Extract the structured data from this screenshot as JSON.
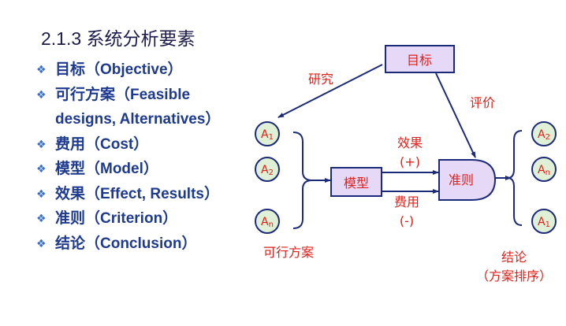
{
  "title": "2.1.3 系统分析要素",
  "bullet_icon": "diamond-bullet-icon",
  "items": [
    {
      "label": "目标（Objective）"
    },
    {
      "label": "可行方案（Feasible",
      "label2": "designs, Alternatives）"
    },
    {
      "label": "费用（Cost）"
    },
    {
      "label": "模型（Model）"
    },
    {
      "label": "效果（Effect, Results）"
    },
    {
      "label": "准则（Criterion）"
    },
    {
      "label": "结论（Conclusion）"
    }
  ],
  "diagram": {
    "goal": "目标",
    "research": "研究",
    "evaluate": "评价",
    "model": "模型",
    "criterion": "准则",
    "effect": "效果",
    "effect_sign": "(+)",
    "cost": "费用",
    "cost_sign": "(-)",
    "alternatives_label": "可行方案",
    "conclusion_label": "结论",
    "conclusion_sub": "（方案排序）",
    "left_circles": [
      {
        "b": "A",
        "s": "1"
      },
      {
        "b": "A",
        "s": "2"
      },
      {
        "b": "A",
        "s": "n"
      }
    ],
    "right_circles": [
      {
        "b": "A",
        "s": "2"
      },
      {
        "b": "A",
        "s": "n"
      },
      {
        "b": "A",
        "s": "1"
      }
    ],
    "colors": {
      "box_fill": "#e6d9f7",
      "circle_fill": "#dff0d6",
      "line": "#1c2a7a",
      "label_red": "#e0201a"
    }
  }
}
